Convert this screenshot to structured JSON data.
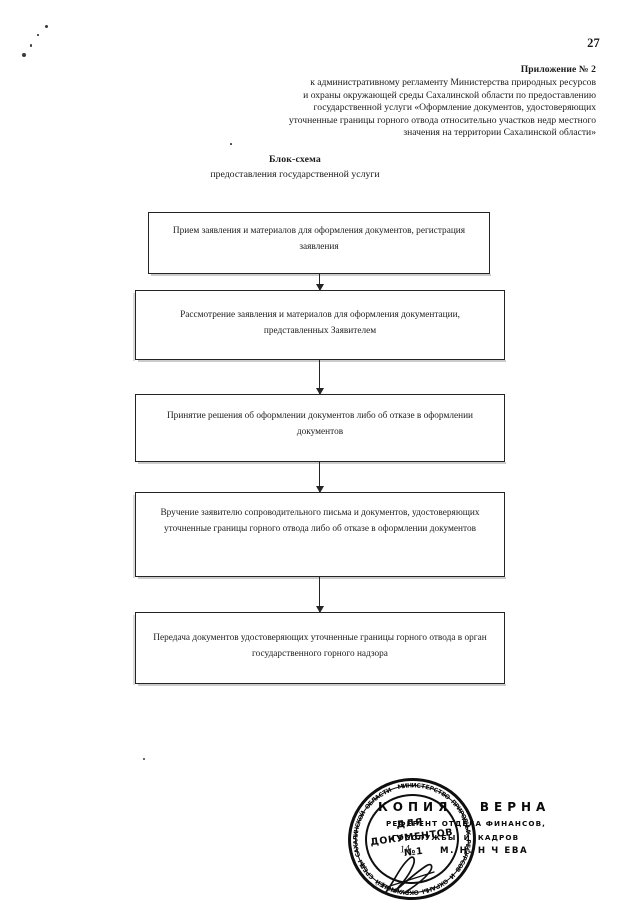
{
  "document": {
    "page_number": "27",
    "appendix": {
      "title": "Приложение № 2",
      "lines": [
        "к административному регламенту Министерства природных ресурсов",
        "и охраны окружающей среды Сахалинской области по предоставлению",
        "государственной  услуги «Оформление документов, удостоверяющих",
        "уточненные границы горного отвода относительно участков недр местного",
        "значения на территории Сахалинской области»"
      ]
    },
    "scheme_caption": {
      "title": "Блок-схема",
      "subtitle": "предоставления государственной услуги"
    }
  },
  "flowchart": {
    "type": "flow-diagram",
    "orientation": "vertical",
    "nodes": [
      {
        "id": "node-1",
        "order": 1,
        "text": "Прием заявления и материалов для оформления документов, регистрация заявления"
      },
      {
        "id": "node-2",
        "order": 2,
        "text": "Рассмотрение заявления и материалов для оформления документации, представленных  Заявителем"
      },
      {
        "id": "node-3",
        "order": 3,
        "text": "Принятие решения об оформлении документов либо об отказе в оформлении документов"
      },
      {
        "id": "node-4",
        "order": 4,
        "text": "Вручение заявителю  сопроводительного письма и документов, удостоверяющих уточненные границы горного отвода либо об отказе в оформлении документов"
      },
      {
        "id": "node-5",
        "order": 5,
        "text": "Передача документов удостоверяющих уточненные границы горного отвода в орган государственного горного надзора"
      }
    ],
    "connectors": [
      {
        "from": "node-1",
        "to": "node-2",
        "arrow": "down"
      },
      {
        "from": "node-2",
        "to": "node-3",
        "arrow": "down"
      },
      {
        "from": "node-3",
        "to": "node-4",
        "arrow": "down"
      },
      {
        "from": "node-4",
        "to": "node-5",
        "arrow": "down"
      }
    ]
  },
  "stamp": {
    "center_lines": [
      "ДЛЯ",
      "ДОКУМЕНТОВ",
      "№1"
    ],
    "ring_text": "МИНИСТЕРСТВО ПРИРОДНЫХ РЕСУРСОВ И ОХРАНЫ ОКРУЖАЮЩЕЙ СРЕДЫ САХАЛИНСКОЙ ОБЛАСТИ",
    "certification": {
      "line1": "КОПИЯ   ВЕРНА",
      "line2": "РЕФЕРЕНТ ОТДЕЛА ФИНАНСОВ,",
      "line3": "ГОССЛУЖБЫ  И  КАДРОВ",
      "line4": "М. Н. Н Ч ЕВА"
    },
    "handwritten_date": "14"
  }
}
